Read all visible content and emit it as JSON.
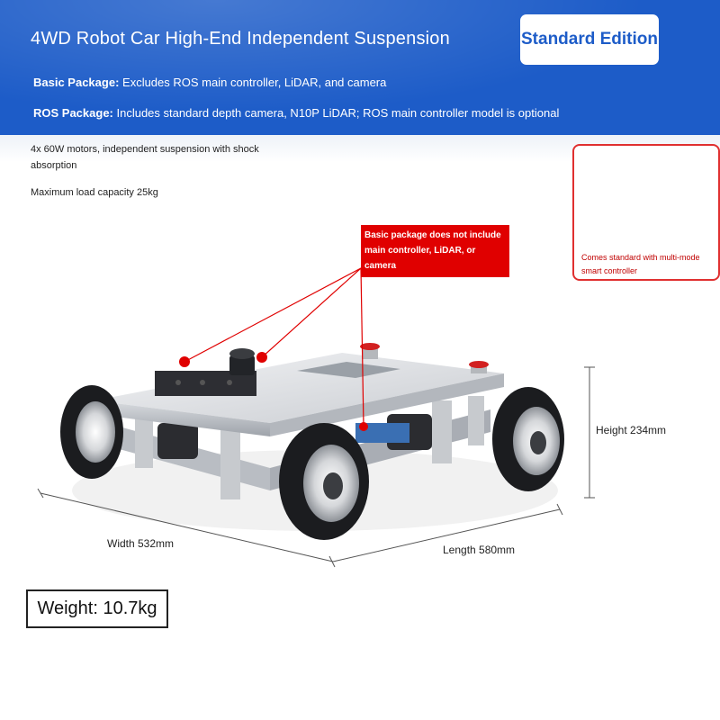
{
  "header": {
    "title": "4WD Robot Car High-End Independent Suspension",
    "badge": "Standard Edition",
    "basic_package": {
      "label": "Basic Package:",
      "text": " Excludes ROS main controller, LiDAR, and camera"
    },
    "ros_package": {
      "label": "ROS Package:",
      "text": " Includes standard depth camera, N10P LiDAR; ROS main controller model is optional"
    }
  },
  "features": {
    "motors": "4x 60W motors, independent suspension with shock absorption",
    "load": "Maximum load capacity 25kg"
  },
  "callout": "Basic package does not include main controller, LiDAR, or camera",
  "controller": {
    "caption": "Comes standard with multi-mode smart controller",
    "icon": "gamepad-icon"
  },
  "dimensions": {
    "height": "Height 234mm",
    "width": "Width 532mm",
    "length": "Length 580mm"
  },
  "weight": "Weight: 10.7kg",
  "colors": {
    "header_blue": "#1d5cc8",
    "callout_red": "#e00000",
    "badge_text": "#1d5cc8"
  }
}
